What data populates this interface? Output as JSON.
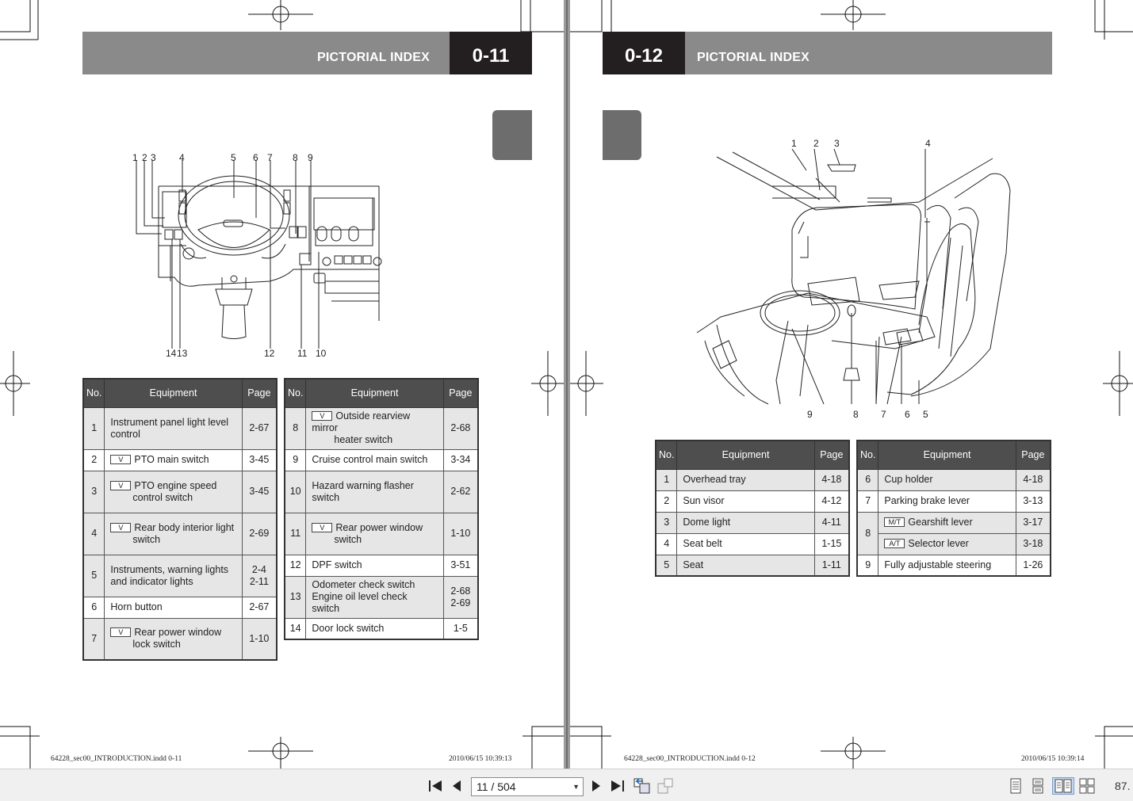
{
  "left_page": {
    "header_title": "PICTORIAL INDEX",
    "header_num": "0-11",
    "callouts_top": [
      "1",
      "2",
      "3",
      "4",
      "5",
      "6",
      "7",
      "8",
      "9"
    ],
    "callouts_bottom": [
      "14",
      "13",
      "12",
      "11",
      "10"
    ],
    "table_headers": {
      "no": "No.",
      "equipment": "Equipment",
      "page": "Page"
    },
    "table_a": [
      {
        "no": "1",
        "badge": "",
        "lines": [
          "Instrument panel light level",
          "control"
        ],
        "pages": [
          "2-67"
        ]
      },
      {
        "no": "2",
        "badge": "V",
        "lines": [
          "PTO main switch"
        ],
        "pages": [
          "3-45"
        ]
      },
      {
        "no": "3",
        "badge": "V",
        "lines": [
          "PTO engine speed",
          "control switch"
        ],
        "pages": [
          "3-45"
        ]
      },
      {
        "no": "4",
        "badge": "V",
        "lines": [
          "Rear body interior light",
          "switch"
        ],
        "pages": [
          "2-69"
        ]
      },
      {
        "no": "5",
        "badge": "",
        "lines": [
          "Instruments, warning lights",
          "and indicator lights"
        ],
        "pages": [
          "2-4",
          "2-11"
        ]
      },
      {
        "no": "6",
        "badge": "",
        "lines": [
          "Horn button"
        ],
        "pages": [
          "2-67"
        ]
      },
      {
        "no": "7",
        "badge": "V",
        "lines": [
          "Rear power window",
          "lock switch"
        ],
        "pages": [
          "1-10"
        ]
      }
    ],
    "table_b": [
      {
        "no": "8",
        "badge": "V",
        "lines": [
          "Outside rearview mirror",
          "heater switch"
        ],
        "pages": [
          "2-68"
        ]
      },
      {
        "no": "9",
        "badge": "",
        "lines": [
          "Cruise control main switch"
        ],
        "pages": [
          "3-34"
        ]
      },
      {
        "no": "10",
        "badge": "",
        "lines": [
          "Hazard warning flasher",
          "switch"
        ],
        "pages": [
          "2-62"
        ]
      },
      {
        "no": "11",
        "badge": "V",
        "lines": [
          "Rear power window",
          "switch"
        ],
        "pages": [
          "1-10"
        ]
      },
      {
        "no": "12",
        "badge": "",
        "lines": [
          "DPF switch"
        ],
        "pages": [
          "3-51"
        ]
      },
      {
        "no": "13",
        "badge": "",
        "lines": [
          "Odometer check switch",
          "Engine oil level check switch"
        ],
        "pages": [
          "2-68",
          "2-69"
        ]
      },
      {
        "no": "14",
        "badge": "",
        "lines": [
          "Door lock switch"
        ],
        "pages": [
          "1-5"
        ]
      }
    ],
    "footer_file": "64228_sec00_INTRODUCTION.indd   0-11",
    "footer_date": "2010/06/15   10:39:13"
  },
  "right_page": {
    "header_title": "PICTORIAL INDEX",
    "header_num": "0-12",
    "callouts_top": [
      "1",
      "2",
      "3",
      "4"
    ],
    "callouts_bottom": [
      "9",
      "8",
      "7",
      "6",
      "5"
    ],
    "table_headers": {
      "no": "No.",
      "equipment": "Equipment",
      "page": "Page"
    },
    "table_a": [
      {
        "no": "1",
        "text": "Overhead tray",
        "page": "4-18"
      },
      {
        "no": "2",
        "text": "Sun visor",
        "page": "4-12"
      },
      {
        "no": "3",
        "text": "Dome light",
        "page": "4-11"
      },
      {
        "no": "4",
        "text": "Seat belt",
        "page": "1-15"
      },
      {
        "no": "5",
        "text": "Seat",
        "page": "1-11"
      }
    ],
    "table_b": {
      "row6": {
        "no": "6",
        "text": "Cup holder",
        "page": "4-18"
      },
      "row7": {
        "no": "7",
        "text": "Parking brake lever",
        "page": "3-13"
      },
      "row8": {
        "no": "8",
        "a": {
          "badge": "M/T",
          "text": "Gearshift lever",
          "page": "3-17"
        },
        "b": {
          "badge": "A/T",
          "text": "Selector lever",
          "page": "3-18"
        }
      },
      "row9": {
        "no": "9",
        "text": "Fully adjustable steering",
        "page": "1-26"
      }
    },
    "footer_file": "64228_sec00_INTRODUCTION.indd   0-12",
    "footer_date": "2010/06/15   10:39:14"
  },
  "toolbar": {
    "page_indicator": "11 / 504",
    "zoom": "87.",
    "icons": [
      "first-page-icon",
      "prev-page-icon",
      "next-page-icon",
      "last-page-icon",
      "go-back-icon",
      "go-forward-icon",
      "single-page-view-icon",
      "continuous-view-icon",
      "two-page-view-icon",
      "continuous-two-page-view-icon"
    ]
  },
  "colors": {
    "header_bar": "#8a8a8a",
    "header_num_bg": "#231f20",
    "table_head": "#4e4e4e",
    "row_shade": "#e6e6e6",
    "tab_block": "#6d6d6d"
  }
}
